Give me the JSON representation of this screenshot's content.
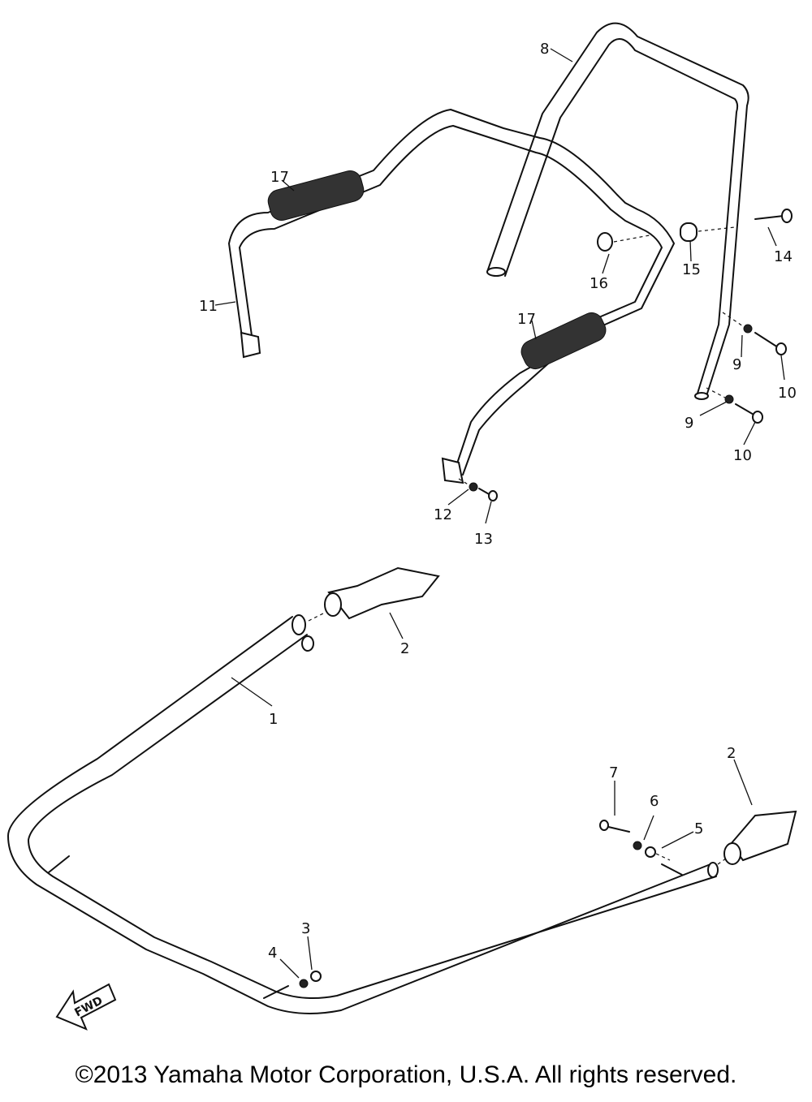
{
  "callouts": [
    "1",
    "2",
    "2",
    "3",
    "4",
    "5",
    "6",
    "7",
    "8",
    "9",
    "9",
    "10",
    "10",
    "11",
    "12",
    "13",
    "14",
    "15",
    "16",
    "17",
    "17"
  ],
  "fwd_label": "FWD",
  "copyright": "©2013 Yamaha Motor Corporation, U.S.A. All rights reserved."
}
